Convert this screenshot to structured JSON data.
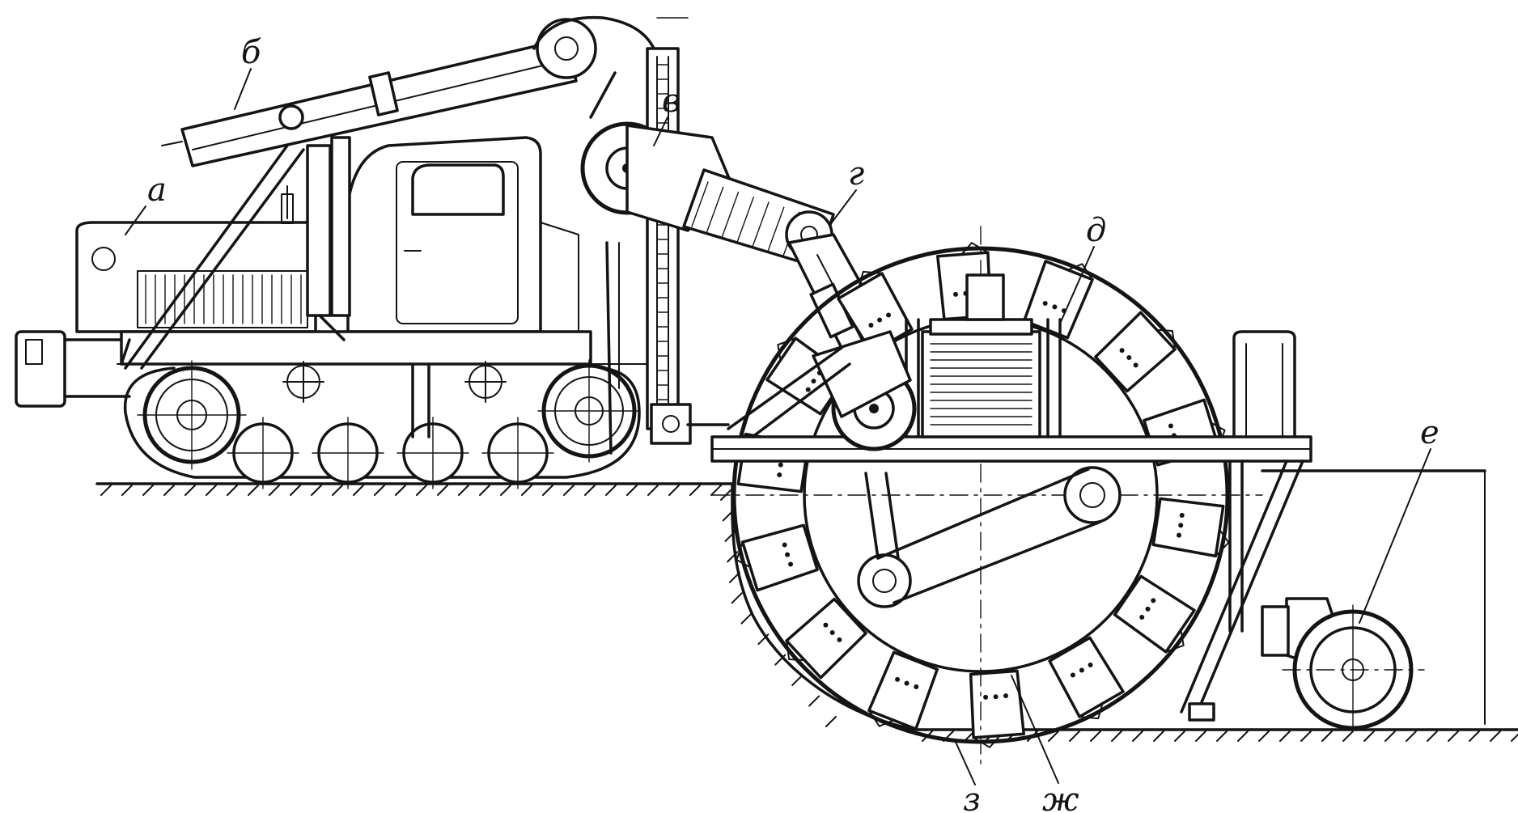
{
  "diagram": {
    "labels": {
      "a": "а",
      "b": "б",
      "v": "в",
      "g": "г",
      "d": "д",
      "e": "е",
      "zh": "ж",
      "z": "з"
    }
  }
}
